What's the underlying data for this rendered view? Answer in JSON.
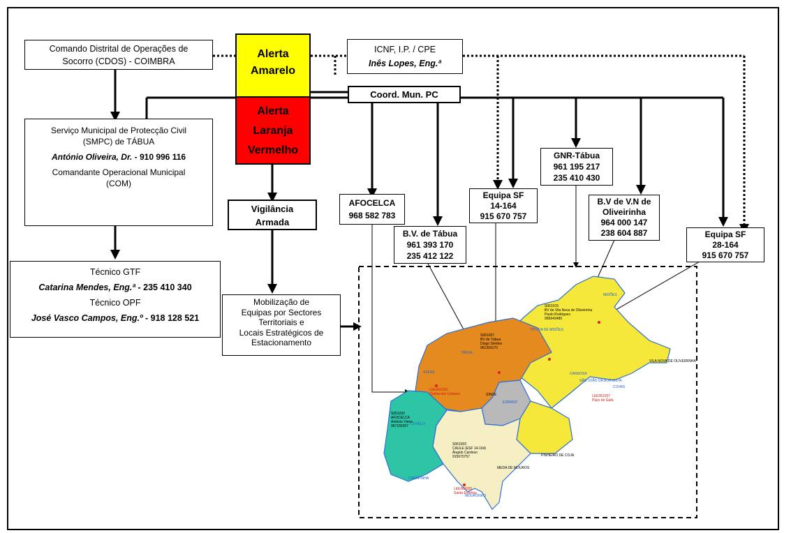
{
  "cdos": {
    "line1": "Comando Distrital de Operações de",
    "line2": "Socorro (CDOS) - COIMBRA"
  },
  "alerts": {
    "yellow_1": "Alerta",
    "yellow_2": "Amarelo",
    "red_1": "Alerta",
    "red_2": "Laranja",
    "red_3": "Vermelho",
    "yellow_color": "#ffff00",
    "red_color": "#ff0000"
  },
  "icnf": {
    "line1": "ICNF, I.P. / CPE",
    "line2": "Inês Lopes, Eng.ª"
  },
  "coord": {
    "label": "Coord. Mun. PC"
  },
  "smpc": {
    "line1": "Serviço Municipal de Protecção Civil",
    "line2": "(SMPC) de TÁBUA",
    "name": "António Oliveira, Dr.",
    "phone": " - 910 996 116",
    "line4": "Comandante Operacional Municipal",
    "line5": "(COM)"
  },
  "tecnicos": {
    "gtf_title": "Técnico GTF",
    "gtf_name": "Catarina Mendes, Eng.ª",
    "gtf_phone": " - 235 410 340",
    "opf_title": "Técnico OPF",
    "opf_name": "José Vasco Campos, Eng.º",
    "opf_phone": " - 918 128 521"
  },
  "vigilancia": {
    "line1": "Vigilância",
    "line2": "Armada"
  },
  "mobilizacao": {
    "line1": "Mobilização de",
    "line2": "Equipas por Sectores",
    "line3": "Territoriais e",
    "line4": "Locais Estratégicos de",
    "line5": "Estacionamento"
  },
  "afocelca": {
    "line1": "AFOCELCA",
    "line2": "968 582 783"
  },
  "bv_tabua": {
    "line1": "B.V. de Tábua",
    "line2": "961 393 170",
    "line3": "235 412 122"
  },
  "equipa_14": {
    "line1": "Equipa SF",
    "line2": "14-164",
    "line3": "915 670 757"
  },
  "gnr": {
    "line1": "GNR-Tábua",
    "line2": "961 195 217",
    "line3": "235 410 430"
  },
  "bv_vn": {
    "line1": "B.V de V.N de",
    "line2": "Oliveirinha",
    "line3": "964 000 147",
    "line4": "238 604 887"
  },
  "equipa_28": {
    "line1": "Equipa SF",
    "line2": "28-164",
    "line3": "915 670 757"
  },
  "map": {
    "colors": {
      "yellow": "#f5e83a",
      "orange": "#e58a1f",
      "teal": "#2ec4a6",
      "cream": "#f7efc4",
      "grey": "#b9b9b9",
      "border": "#2b6fd6"
    },
    "labels": {
      "l1": "S061015",
      "l2": "BV de Vila Nova de Oliveirinha",
      "l3": "Paulo Rodrigues",
      "l4": "965643489",
      "l5": "S061007",
      "l6": "BV de Tábua",
      "l7": "Diogo Simões",
      "l8": "961393170",
      "l9": "S061002",
      "l10": "AFOCELCA",
      "l11": "António Vieira",
      "l12": "967155357",
      "l13": "S061003",
      "l14": "CAULE (ESF 14-164)",
      "l15": "Ângelo Cardoso",
      "l16": "915670757",
      "p1": "MIDÕES",
      "p2": "PÓVOA DE MIDÕES",
      "p3": "TÁBUA",
      "p4": "AZERE",
      "p5": "CANDOSA",
      "p6": "COVAS",
      "p7": "COVELO",
      "p8": "MOURONHO",
      "p9": "ESPARIZ",
      "p10": "SINDE",
      "p11": "VILA NOVA DE OLIVEIRINHA",
      "p12": "PINHEIRO DE COJA",
      "p13": "MEDA DE MOUROS",
      "p14": "SÃO JOÃO DA BOA VISTA",
      "p15": "CARAPINHA",
      "r1": "LEE061030",
      "r2": "Quinta dos Campos",
      "r3": "LEE061005",
      "r4": "Santa Eufémia",
      "r5": "LEE061007",
      "r6": "Paço de Gafa"
    }
  }
}
